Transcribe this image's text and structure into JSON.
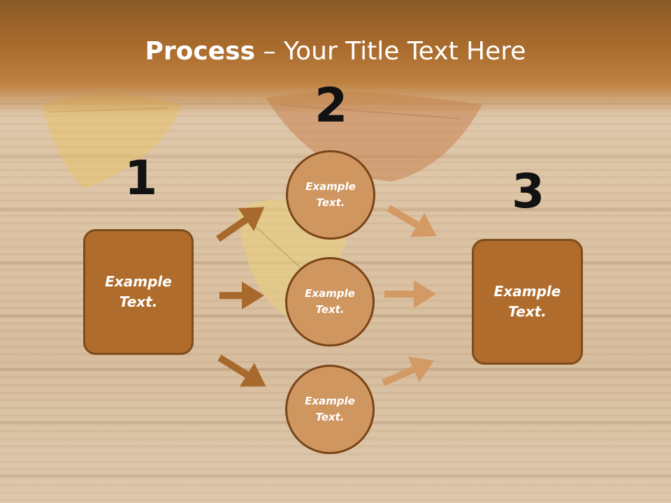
{
  "slide": {
    "title_bold": "Process",
    "title_rest": " – Your Title Text Here"
  },
  "steps": [
    {
      "number": "1",
      "text": "Example\nText."
    },
    {
      "number": "2",
      "texts": [
        "Example\nText.",
        "Example\nText.",
        "Example\nText."
      ]
    },
    {
      "number": "3",
      "text": "Example\nText."
    }
  ],
  "colors": {
    "header": "#a96b2d",
    "box_fill": "#b06c2c",
    "circle_fill": "#cf965f",
    "arrow_left": "#a8692c",
    "arrow_right": "#d49a66"
  }
}
